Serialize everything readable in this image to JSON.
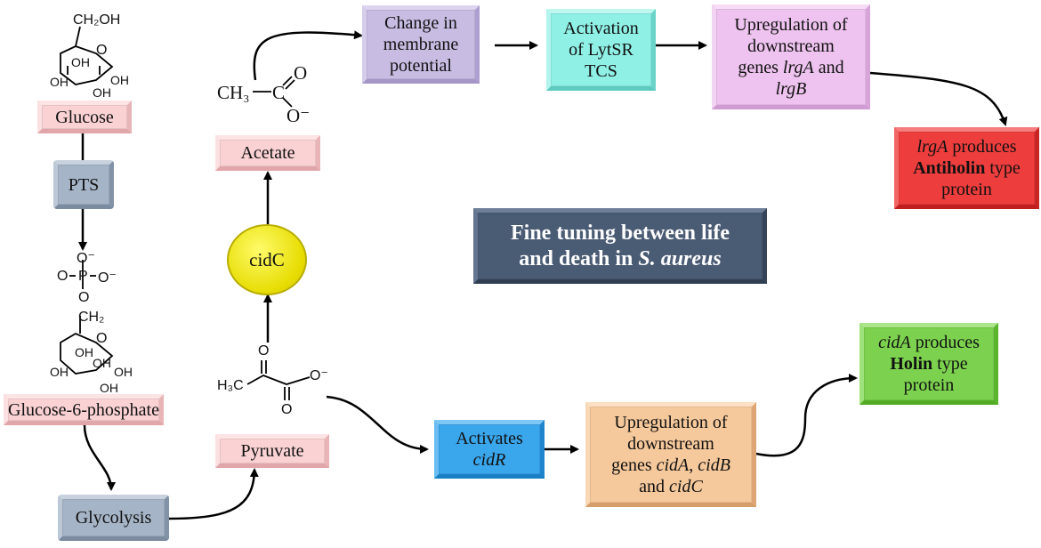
{
  "title": {
    "line1": "Fine tuning between life",
    "line2_prefix": "and death in ",
    "line2_italic": "S. aureus"
  },
  "nodes": {
    "glucose": "Glucose",
    "pts": "PTS",
    "g6p": "Glucose-6-phosphate",
    "glycolysis": "Glycolysis",
    "pyruvate": "Pyruvate",
    "cidc": "cidC",
    "acetate": "Acetate",
    "membrane": {
      "line1": "Change in",
      "line2": "membrane",
      "line3": "potential"
    },
    "lytsr": {
      "line1": "Activation",
      "line2": "of LytSR",
      "line3": "TCS"
    },
    "upreg_lrg": {
      "line1": "Upregulation of",
      "line2": "downstream",
      "line3_prefix": "genes ",
      "gene1": "lrgA",
      "and": " and",
      "gene2": "lrgB"
    },
    "antiholin": {
      "gene": "lrgA",
      "produces": " produces",
      "bold": "Antiholin",
      "type": " type",
      "protein": "protein"
    },
    "cidr": {
      "line1": "Activates",
      "gene": "cidR"
    },
    "upreg_cid": {
      "line1": "Upregulation of",
      "line2": "downstream",
      "line3_prefix": "genes ",
      "gene1": "cidA",
      "comma": ", ",
      "gene2": "cidB",
      "and": "and ",
      "gene3": "cidC"
    },
    "holin": {
      "gene": "cidA",
      "produces": " produces",
      "bold": "Holin",
      "type": " type",
      "protein": "protein"
    }
  },
  "chemistry": {
    "glucose_ch2oh": "CH₂OH",
    "oh": "OH",
    "o": "O",
    "ch2": "CH₂",
    "o_minus": "O⁻",
    "p": "P",
    "acetate_ch3": "CH₃",
    "acetate_c": "C",
    "acetate_o": "O",
    "acetate_ominus": "O⁻",
    "pyruvate_h3c": "H₃C",
    "pyruvate_o": "O",
    "pyruvate_ominus": "O⁻"
  },
  "colors": {
    "pink": "#fad2d4",
    "grey": "#a5b4c6",
    "lavender": "#c8bce2",
    "cyan": "#8ff0e6",
    "violet": "#eec3ef",
    "red": "#ee3d3d",
    "blue": "#3aa6ec",
    "tan": "#f6c99c",
    "green": "#7cd24e",
    "navy": "#4a5b74",
    "yellow": "#fffb6a"
  }
}
